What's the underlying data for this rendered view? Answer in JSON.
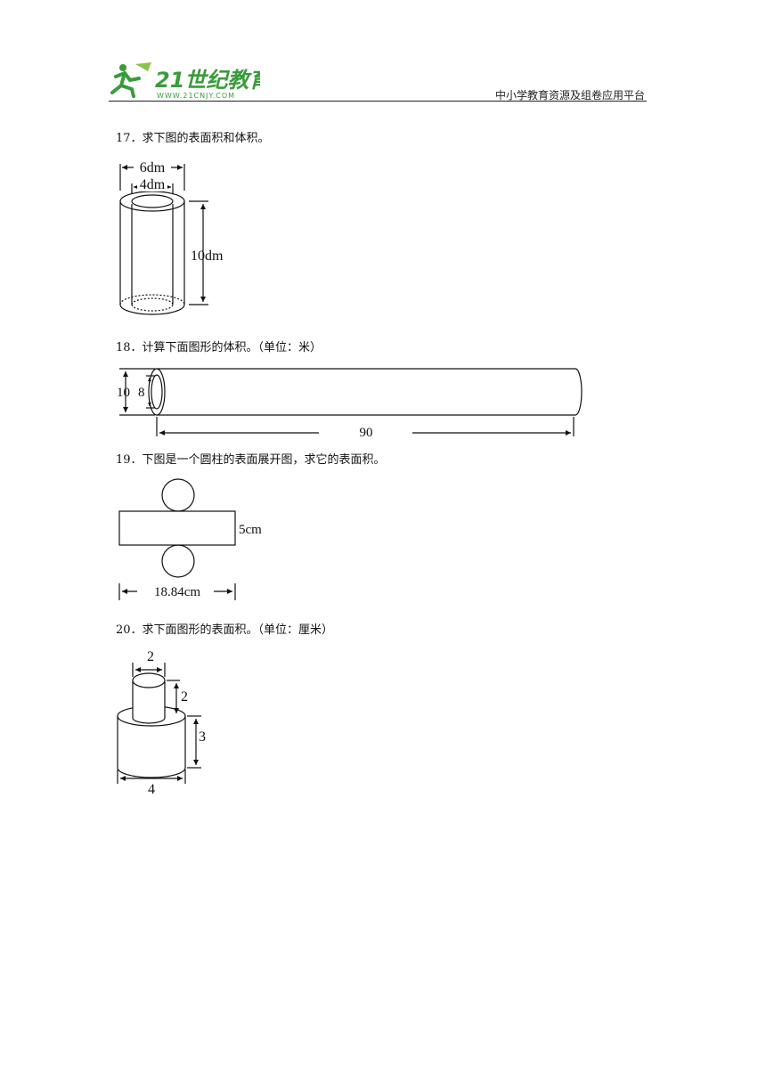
{
  "header": {
    "logo_text": "21世纪教育",
    "logo_url_text": "WWW.21CNJY.COM",
    "right_text": "中小学教育资源及组卷应用平台"
  },
  "questions": [
    {
      "text": "17．求下图的表面积和体积。",
      "labels": {
        "outer": "6dm",
        "inner": "4dm",
        "height": "10dm"
      }
    },
    {
      "text": "18．计算下面图形的体积。（单位：米）",
      "labels": {
        "outer": "10",
        "inner": "8",
        "length": "90"
      }
    },
    {
      "text": "19．下图是一个圆柱的表面展开图，求它的表面积。",
      "labels": {
        "height": "5cm",
        "width": "18.84cm"
      }
    },
    {
      "text": "20．求下面图形的表面积。（单位：厘米）",
      "labels": {
        "top_diameter": "2",
        "top_height": "2",
        "bottom_height": "3",
        "bottom_diameter": "4"
      }
    }
  ]
}
